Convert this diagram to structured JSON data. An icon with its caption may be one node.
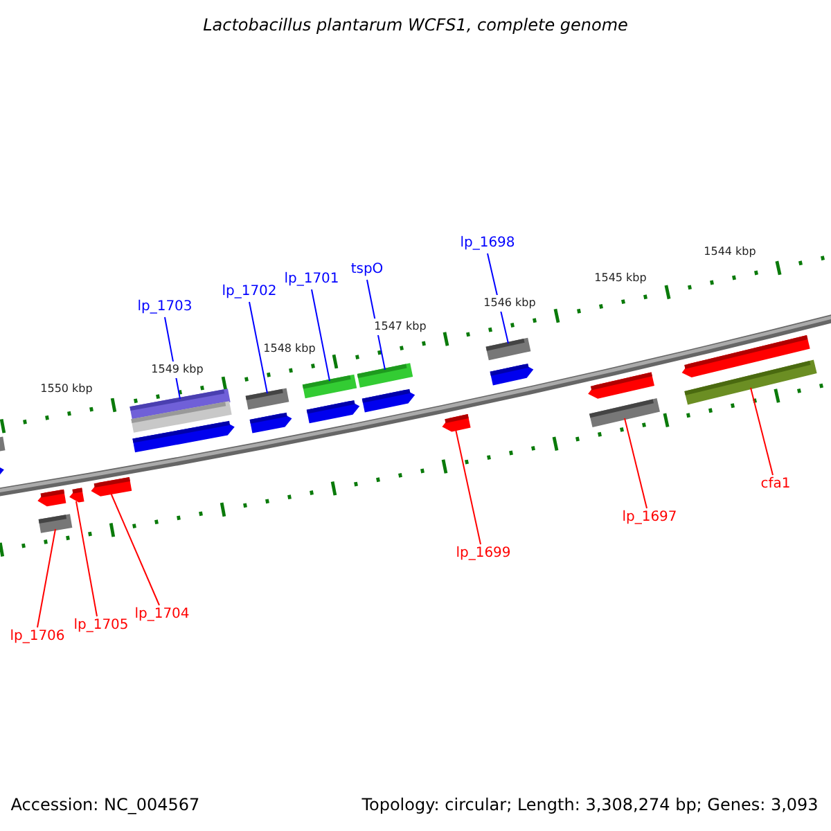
{
  "diagram": {
    "title": "Lactobacillus plantarum WCFS1, complete genome",
    "nodes": [
      {
        "text": [
          "lp_1703"
        ]
      },
      {
        "text": [
          "lp_1702"
        ]
      },
      {
        "text": [
          "lp_1701"
        ]
      },
      {
        "text": [
          "tspO"
        ]
      },
      {
        "text": [
          "lp_1698"
        ]
      },
      {
        "text": [
          "lp_1706"
        ]
      },
      {
        "text": [
          "lp_1705"
        ]
      },
      {
        "text": [
          "lp_1704"
        ]
      },
      {
        "text": [
          "lp_1699"
        ]
      },
      {
        "text": [
          "lp_1697"
        ]
      },
      {
        "text": [
          "cfa1"
        ]
      },
      {
        "text": [],
        "shape": "bar"
      },
      {
        "text": [],
        "shape": "pentagon"
      },
      {
        "text": [],
        "shape": "pentagon"
      },
      {
        "text": [],
        "shape": "bar"
      },
      {
        "text": [],
        "shape": "pentagon"
      },
      {
        "text": [],
        "shape": "pentagon"
      },
      {
        "text": [],
        "shape": "bar"
      },
      {
        "text": [],
        "shape": "bar"
      },
      {
        "text": [],
        "shape": "pentagon"
      },
      {
        "text": [],
        "shape": "bar"
      },
      {
        "text": [],
        "shape": "pentagon"
      },
      {
        "text": [],
        "shape": "bar"
      },
      {
        "text": [],
        "shape": "pentagon"
      },
      {
        "text": [],
        "shape": "bar"
      },
      {
        "text": [],
        "shape": "pentagon"
      },
      {
        "text": [],
        "shape": "pentagon"
      },
      {
        "text": [],
        "shape": "bar"
      },
      {
        "text": [],
        "shape": "pentagon"
      },
      {
        "text": [],
        "shape": "pentagon"
      },
      {
        "text": [],
        "shape": "bar"
      },
      {
        "text": [],
        "shape": "pentagon"
      },
      {
        "text": [],
        "shape": "bar"
      }
    ],
    "edges": [
      {
        "from": 0,
        "to": 17,
        "arrow": "none",
        "color": "#0000ff"
      },
      {
        "from": 1,
        "to": 20,
        "arrow": "none",
        "color": "#0000ff"
      },
      {
        "from": 2,
        "to": 22,
        "arrow": "none",
        "color": "#0000ff"
      },
      {
        "from": 3,
        "to": 24,
        "arrow": "none",
        "color": "#0000ff"
      },
      {
        "from": 4,
        "to": 27,
        "arrow": "none",
        "color": "#0000ff"
      },
      {
        "from": 5,
        "to": 14,
        "arrow": "none"
      },
      {
        "from": 6,
        "to": 15,
        "arrow": "none"
      },
      {
        "from": 7,
        "to": 16,
        "arrow": "none"
      },
      {
        "from": 8,
        "to": 26,
        "arrow": "none"
      },
      {
        "from": 9,
        "to": 30,
        "arrow": "none"
      },
      {
        "from": 10,
        "to": 32,
        "arrow": "none"
      }
    ],
    "labels": [
      "1544 kbp",
      "1545 kbp",
      "1546 kbp",
      "1547 kbp",
      "1548 kbp",
      "1549 kbp",
      "1550 kbp",
      "Accession: NC_004567",
      "Topology: circular; Length: 3,308,274 bp; Genes: 3,093"
    ]
  }
}
